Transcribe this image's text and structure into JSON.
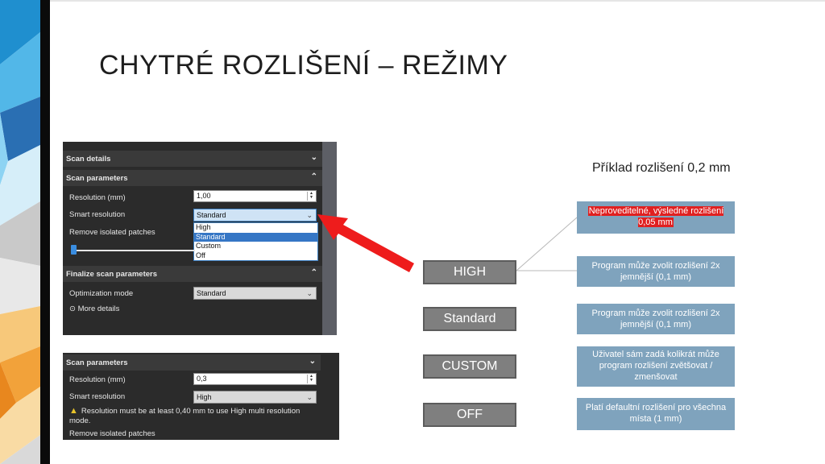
{
  "slide": {
    "title": "CHYTRÉ ROZLIŠENÍ – REŽIMY"
  },
  "panel_top": {
    "scan_details": "Scan details",
    "scan_parameters": "Scan parameters",
    "resolution_label": "Resolution (mm)",
    "resolution_value": "1,00",
    "smart_resolution_label": "Smart resolution",
    "smart_resolution_value": "Standard",
    "options": [
      "High",
      "Standard",
      "Custom",
      "Off"
    ],
    "selected_option": "Standard",
    "remove_patches_label": "Remove isolated patches",
    "finalize_label": "Finalize scan parameters",
    "optimization_label": "Optimization mode",
    "optimization_value": "Standard",
    "more_details": "More details"
  },
  "panel_bottom": {
    "scan_parameters": "Scan parameters",
    "resolution_label": "Resolution (mm)",
    "resolution_value": "0,3",
    "smart_resolution_label": "Smart resolution",
    "smart_resolution_value": "High",
    "warning_text": "Resolution must be at least 0,40 mm to use High multi resolution mode.",
    "remove_patches_label": "Remove isolated patches"
  },
  "example": {
    "title": "Příklad rozlišení 0,2 mm",
    "modes": [
      "HIGH",
      "Standard",
      "CUSTOM",
      "OFF"
    ],
    "descriptions": {
      "high_a": "Neproveditelné, výsledné rozlišení 0,05 mm",
      "high_b": "Program může zvolit rozlišení 2x jemnější (0,1 mm)",
      "standard": "Program může zvolit rozlišení 2x jemnější (0,1 mm)",
      "custom": "Uživatel sám zadá kolikrát může program rozlišení zvětšovat / zmenšovat",
      "off": "Platí defaultní rozlišení pro všechna místa (1 mm)"
    }
  },
  "colors": {
    "arrow": "#ee1c1c",
    "panel_bg": "#2b2b2b",
    "mode_box": "#7f7f7f",
    "desc_box": "#7fa3bd",
    "highlight_red": "#e02020"
  }
}
